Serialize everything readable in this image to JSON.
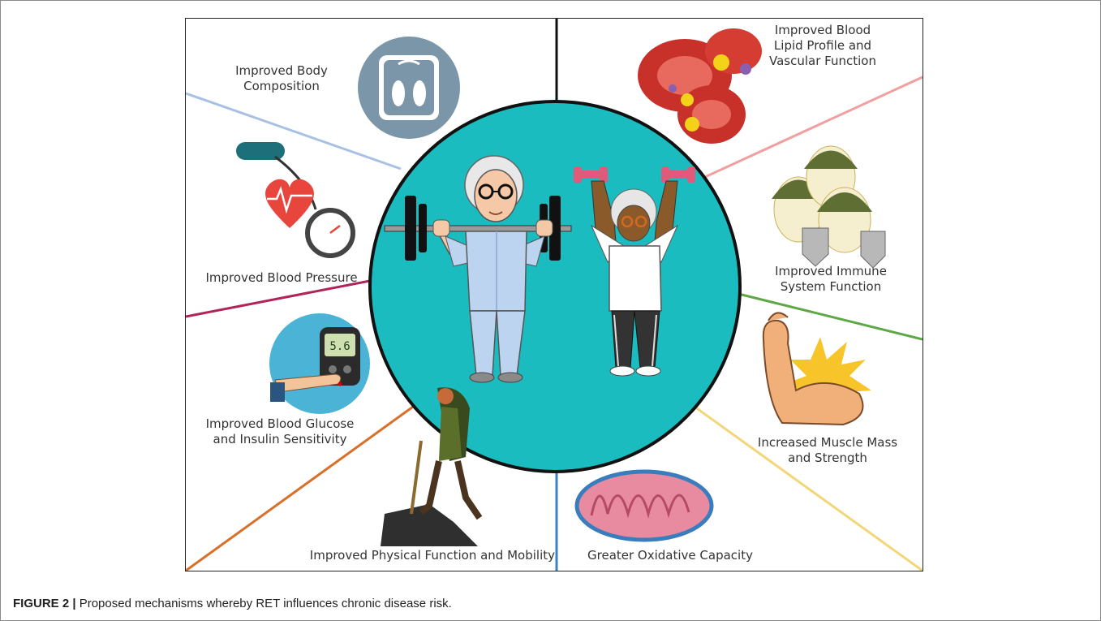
{
  "figure": {
    "caption_label": "FIGURE 2 |",
    "caption_text": "Proposed mechanisms whereby RET influences chronic disease risk."
  },
  "benefits": {
    "body_composition": "Improved Body\nComposition",
    "blood_lipid": "Improved Blood\nLipid Profile and\nVascular Function",
    "blood_pressure": "Improved Blood Pressure",
    "immune": "Improved Immune\nSystem Function",
    "glucose": "Improved Blood Glucose\nand Insulin Sensitivity",
    "muscle": "Increased Muscle Mass\nand Strength",
    "physical_function": "Improved Physical Function and Mobility",
    "oxidative": "Greater Oxidative Capacity"
  },
  "glucose_meter": {
    "reading": "5.6"
  },
  "colors": {
    "circle": "#1abcbf",
    "line_body": "#a8c1e3",
    "line_lipid": "#f0a0a0",
    "line_pressure": "#b0245a",
    "line_immune": "#5da844",
    "line_physical": "#d9702a",
    "line_muscle": "#f2d77a",
    "line_oxidative": "#3a84c6"
  }
}
